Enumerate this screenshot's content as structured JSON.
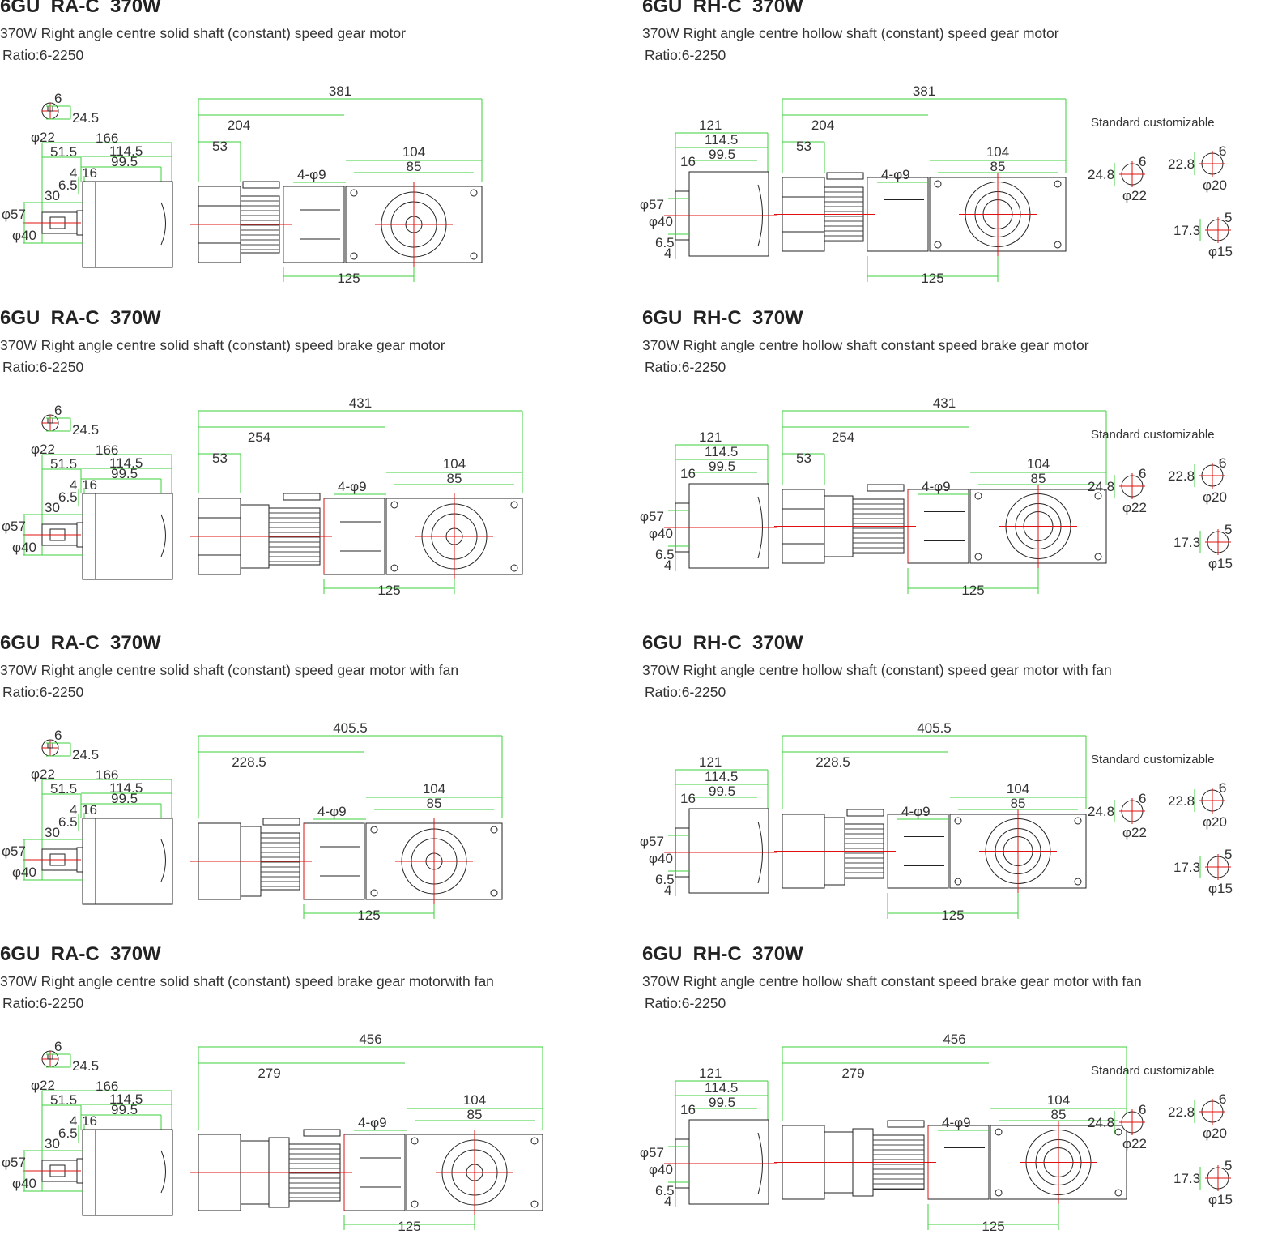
{
  "panels": [
    {
      "title": "6GU  RA-C  370W",
      "description": "370W Right angle centre solid shaft (constant) speed gear motor",
      "ratio": "Ratio:6-2250",
      "type": "solid",
      "total": "381",
      "gearbox": "204",
      "brake": "",
      "fan": "",
      "front": "53",
      "dims": {
        "d104": "104",
        "d85": "85",
        "d125": "125",
        "holes": "4-φ9"
      }
    },
    {
      "title": "6GU  RH-C  370W",
      "description": "370W Right angle centre hollow shaft (constant) speed gear motor",
      "ratio": "Ratio:6-2250",
      "type": "hollow",
      "total": "381",
      "gearbox": "204",
      "brake": "",
      "fan": "",
      "front": "53",
      "dims": {
        "d104": "104",
        "d85": "85",
        "d125": "125",
        "holes": "4-φ9"
      }
    },
    {
      "title": "6GU  RA-C  370W",
      "description": "370W Right angle centre solid shaft (constant) speed brake gear motor",
      "ratio": "Ratio:6-2250",
      "type": "solid",
      "total": "431",
      "gearbox": "254",
      "brake": "yes",
      "fan": "",
      "front": "53",
      "dims": {
        "d104": "104",
        "d85": "85",
        "d125": "125",
        "holes": "4-φ9"
      }
    },
    {
      "title": "6GU  RH-C  370W",
      "description": "370W Right angle centre hollow shaft constant speed brake gear motor",
      "ratio": "Ratio:6-2250",
      "type": "hollow",
      "total": "431",
      "gearbox": "254",
      "brake": "yes",
      "fan": "",
      "front": "53",
      "dims": {
        "d104": "104",
        "d85": "85",
        "d125": "125",
        "holes": "4-φ9"
      }
    },
    {
      "title": "6GU  RA-C  370W",
      "description": "370W Right angle centre solid shaft (constant) speed gear motor with fan",
      "ratio": "Ratio:6-2250",
      "type": "solid",
      "total": "405.5",
      "gearbox": "228.5",
      "brake": "",
      "fan": "yes",
      "front": "",
      "dims": {
        "d104": "104",
        "d85": "85",
        "d125": "125",
        "holes": "4-φ9"
      }
    },
    {
      "title": "6GU  RH-C  370W",
      "description": "370W Right angle centre hollow shaft (constant) speed gear motor with fan",
      "ratio": "Ratio:6-2250",
      "type": "hollow",
      "total": "405.5",
      "gearbox": "228.5",
      "brake": "",
      "fan": "yes",
      "front": "",
      "dims": {
        "d104": "104",
        "d85": "85",
        "d125": "125",
        "holes": "4-φ9"
      }
    },
    {
      "title": "6GU  RA-C  370W",
      "description": "370W Right angle centre solid shaft (constant) speed brake gear motorwith fan",
      "ratio": "Ratio:6-2250",
      "type": "solid",
      "total": "456",
      "gearbox": "279",
      "brake": "yes",
      "fan": "yes",
      "front": "",
      "dims": {
        "d104": "104",
        "d85": "85",
        "d125": "125",
        "holes": "4-φ9"
      }
    },
    {
      "title": "6GU  RH-C  370W",
      "description": "370W Right angle centre hollow shaft constant speed brake gear motor with fan",
      "ratio": "Ratio:6-2250",
      "type": "hollow",
      "total": "456",
      "gearbox": "279",
      "brake": "yes",
      "fan": "yes",
      "front": "",
      "dims": {
        "d104": "104",
        "d85": "85",
        "d125": "125",
        "holes": "4-φ9"
      }
    }
  ],
  "solid_side_dims": {
    "key": "6",
    "shaft_h": "24.5",
    "shaft_d": "φ22",
    "l166": "166",
    "l51_5": "51.5",
    "l114_5": "114.5",
    "l99_5": "99.5",
    "l4": "4",
    "l16": "16",
    "l6_5": "6.5",
    "l30": "30",
    "d57": "φ57",
    "d40": "φ40"
  },
  "hollow_side_dims": {
    "l121": "121",
    "l114_5": "114.5",
    "l99_5": "99.5",
    "l16": "16",
    "d57": "φ57",
    "d40": "φ40",
    "l6_5": "6.5",
    "l4": "4"
  },
  "hollow_options": {
    "heading": "Standard  customizable",
    "std": {
      "h": "24.8",
      "key": "6",
      "d": "φ22"
    },
    "c1": {
      "h": "22.8",
      "key": "6",
      "d": "φ20"
    },
    "c2": {
      "h": "17.3",
      "key": "5",
      "d": "φ15"
    }
  }
}
